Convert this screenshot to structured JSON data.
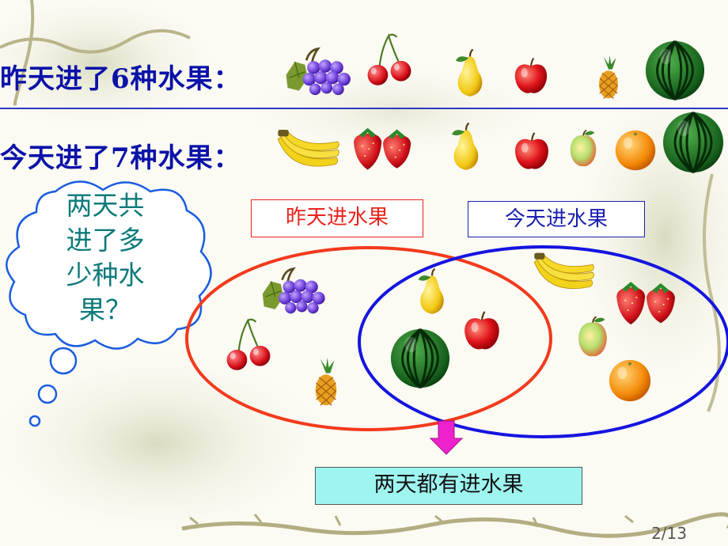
{
  "line1": "昨天进了6种水果：",
  "line2": "今天进了7种水果：",
  "label_yesterday": "昨天进水果",
  "label_today": "今天进水果",
  "question": [
    "两天共",
    "进了多",
    "少种水",
    "果？"
  ],
  "result_label": "两天都有进水果",
  "page_number": "2/13",
  "colors": {
    "heading_text": "#0b12a8",
    "divider": "#2a3bc0",
    "yesterday_label": "#e8241e",
    "today_label": "#1a1fb0",
    "left_ellipse": "#f23a1c",
    "right_ellipse": "#1414e0",
    "cloud_outline": "#1a5ce0",
    "question_text": "#0d7a7a",
    "arrow": "#ee22cc",
    "result_box": "#9ef5f0"
  },
  "icons": {
    "row1": [
      "grapes-icon",
      "cherries-icon",
      "pear-icon",
      "apple-icon",
      "pineapple-icon",
      "watermelon-icon"
    ],
    "row2": [
      "bananas-icon",
      "strawberries-icon",
      "pear-icon",
      "apple-icon",
      "peach-icon",
      "orange-icon",
      "watermelon-icon"
    ],
    "yesterday_only": [
      "grapes-icon",
      "cherries-icon",
      "pineapple-icon"
    ],
    "both_days": [
      "pear-icon",
      "apple-icon",
      "watermelon-icon"
    ],
    "today_only": [
      "bananas-icon",
      "strawberries-icon",
      "peach-icon",
      "orange-icon"
    ]
  }
}
